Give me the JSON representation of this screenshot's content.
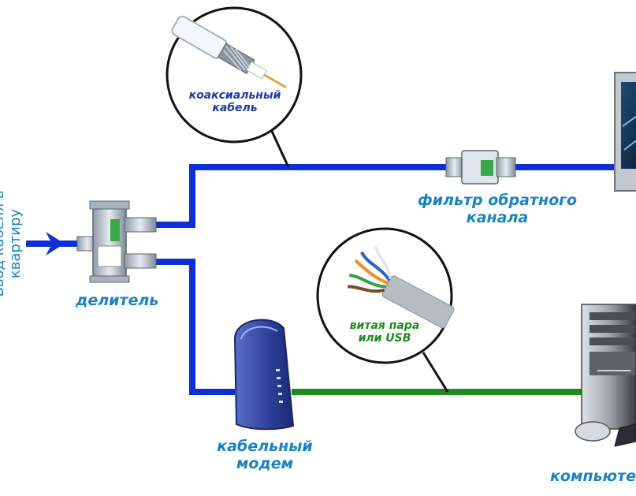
{
  "labels": {
    "input_cable": "Ввод кабеля в квартиру",
    "splitter": "делитель",
    "coax_line1": "коаксиальный",
    "coax_line2": "кабель",
    "filter_line1": "фильтр обратного",
    "filter_line2": "канала",
    "twisted_line1": "витая пара",
    "twisted_line2": "или USB",
    "modem_line1": "кабельный",
    "modem_line2": "модем",
    "computer": "компьютер"
  },
  "colors": {
    "coax_line": "#0f2fd6",
    "data_line": "#1e8a1e",
    "label_blue": "#1a82c4",
    "label_navy": "#2237a8",
    "label_green": "#1e8a1e"
  },
  "icons": [
    "splitter-icon",
    "filter-icon",
    "modem-icon",
    "tv-icon",
    "computer-icon",
    "coax-cable-icon",
    "twisted-pair-icon"
  ]
}
